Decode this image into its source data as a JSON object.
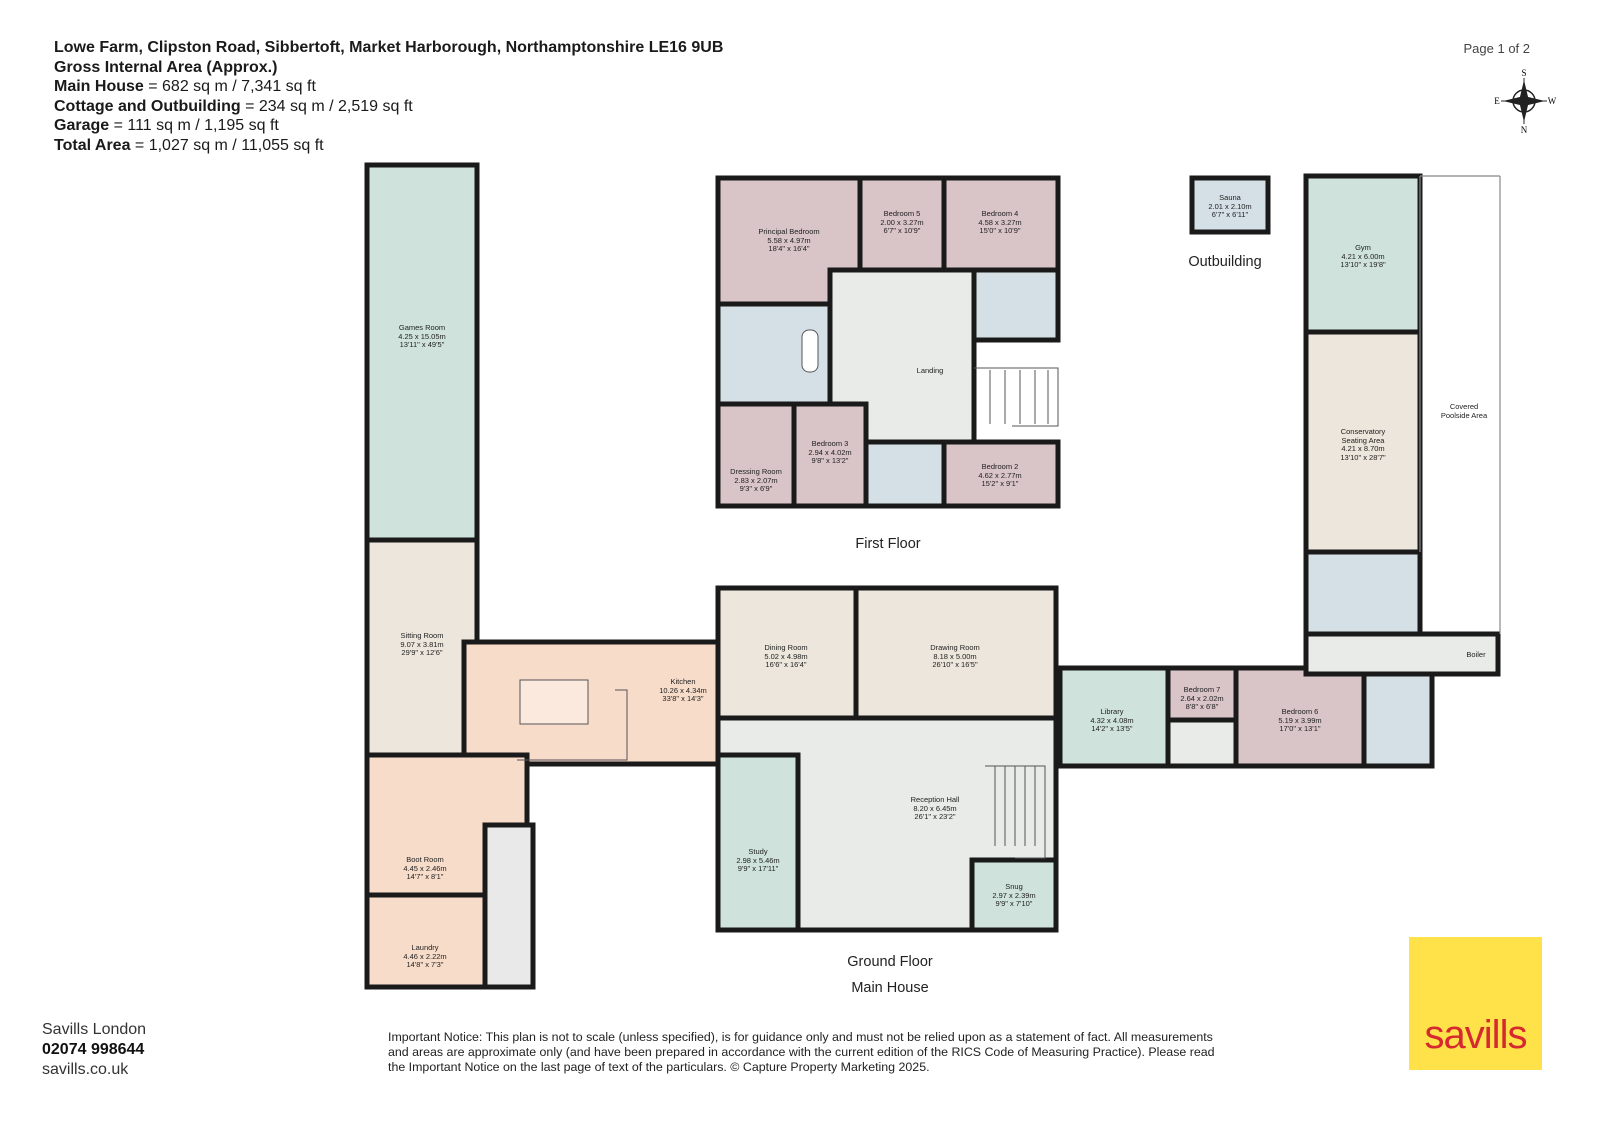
{
  "header": {
    "address": "Lowe Farm, Clipston Road, Sibbertoft, Market Harborough, Northamptonshire LE16 9UB",
    "gia": "Gross Internal Area (Approx.)",
    "areas": [
      {
        "name": "Main House",
        "value": " = 682 sq m / 7,341 sq ft"
      },
      {
        "name": "Cottage and Outbuilding",
        "value": " = 234 sq m / 2,519 sq ft"
      },
      {
        "name": "Garage",
        "value": " = 111 sq m / 1,195 sq ft"
      },
      {
        "name": "Total Area",
        "value": " = 1,027 sq m / 11,055 sq ft"
      }
    ]
  },
  "page": "Page 1 of 2",
  "compass": {
    "n": "N",
    "s": "S",
    "e": "E",
    "w": "W"
  },
  "section_labels": {
    "first_floor": "First Floor",
    "outbuilding": "Outbuilding",
    "ground_floor": "Ground Floor",
    "main_house": "Main House"
  },
  "colors": {
    "bedroom": "#d9c4c8",
    "bathroom": "#d5e0e6",
    "living": "#ece6dc",
    "kitchen": "#f8dcca",
    "games": "#cfe3dc",
    "gym": "#cfe3dc",
    "wall": "#1a1a1a",
    "logo": "#ffe14a",
    "logo_text": "#d6282f"
  },
  "rooms": [
    {
      "id": "games-room",
      "name": "Games Room",
      "m": "4.25 x 15.05m",
      "ft": "13'11\" x 49'5\""
    },
    {
      "id": "sitting-room",
      "name": "Sitting Room",
      "m": "9.07 x 3.81m",
      "ft": "29'9\" x 12'6\""
    },
    {
      "id": "kitchen",
      "name": "Kitchen",
      "m": "10.26 x 4.34m",
      "ft": "33'8\" x 14'3\""
    },
    {
      "id": "boot-room",
      "name": "Boot Room",
      "m": "4.45 x 2.46m",
      "ft": "14'7\" x 8'1\""
    },
    {
      "id": "laundry",
      "name": "Laundry",
      "m": "4.46 x 2.22m",
      "ft": "14'8\" x 7'3\""
    },
    {
      "id": "dining-room",
      "name": "Dining Room",
      "m": "5.02 x 4.98m",
      "ft": "16'6\" x 16'4\""
    },
    {
      "id": "drawing-room",
      "name": "Drawing Room",
      "m": "8.18 x 5.00m",
      "ft": "26'10\" x 16'5\""
    },
    {
      "id": "reception-hall",
      "name": "Reception Hall",
      "m": "8.20 x 6.45m",
      "ft": "26'1\" x 23'2\""
    },
    {
      "id": "study",
      "name": "Study",
      "m": "2.98 x 5.46m",
      "ft": "9'9\" x 17'11\""
    },
    {
      "id": "snug",
      "name": "Snug",
      "m": "2.97 x 2.39m",
      "ft": "9'9\" x 7'10\""
    },
    {
      "id": "library",
      "name": "Library",
      "m": "4.32 x 4.08m",
      "ft": "14'2\" x 13'5\""
    },
    {
      "id": "bedroom-7",
      "name": "Bedroom 7",
      "m": "2.64 x 2.02m",
      "ft": "8'8\" x 6'8\""
    },
    {
      "id": "bedroom-6",
      "name": "Bedroom 6",
      "m": "5.19 x 3.99m",
      "ft": "17'0\" x 13'1\""
    },
    {
      "id": "principal-bedroom",
      "name": "Principal Bedroom",
      "m": "5.58 x 4.97m",
      "ft": "18'4\" x 16'4\""
    },
    {
      "id": "bedroom-5",
      "name": "Bedroom 5",
      "m": "2.00 x 3.27m",
      "ft": "6'7\" x 10'9\""
    },
    {
      "id": "bedroom-4",
      "name": "Bedroom 4",
      "m": "4.58 x 3.27m",
      "ft": "15'0\" x 10'9\""
    },
    {
      "id": "landing",
      "name": "Landing",
      "m": "",
      "ft": ""
    },
    {
      "id": "bedroom-3",
      "name": "Bedroom 3",
      "m": "2.94 x 4.02m",
      "ft": "9'8\" x 13'2\""
    },
    {
      "id": "bedroom-2",
      "name": "Bedroom 2",
      "m": "4.62 x 2.77m",
      "ft": "15'2\" x 9'1\""
    },
    {
      "id": "dressing-room",
      "name": "Dressing Room",
      "m": "2.83 x 2.07m",
      "ft": "9'3\" x 6'9\""
    },
    {
      "id": "sauna",
      "name": "Sauna",
      "m": "2.01 x 2.10m",
      "ft": "6'7\" x 6'11\""
    },
    {
      "id": "gym",
      "name": "Gym",
      "m": "4.21 x 6.00m",
      "ft": "13'10\" x 19'8\""
    },
    {
      "id": "conservatory",
      "name": "Conservatory\nSeating Area",
      "m": "4.21 x 8.70m",
      "ft": "13'10\" x 28'7\""
    },
    {
      "id": "covered-poolside",
      "name": "Covered\nPoolside Area",
      "m": "",
      "ft": ""
    },
    {
      "id": "boiler",
      "name": "Boiler",
      "m": "",
      "ft": ""
    }
  ],
  "agent": {
    "name": "Savills London",
    "phone": "02074 998644",
    "web": "savills.co.uk"
  },
  "notice": "Important Notice: This plan is not to scale (unless specified), is for guidance only and must not be relied upon as a statement of fact. All measurements and areas are approximate only (and have been prepared in accordance with the current edition of the RICS Code of Measuring Practice). Please read the Important Notice on the last page of text of the particulars. © Capture Property Marketing 2025.",
  "logo": {
    "text": "savills"
  }
}
